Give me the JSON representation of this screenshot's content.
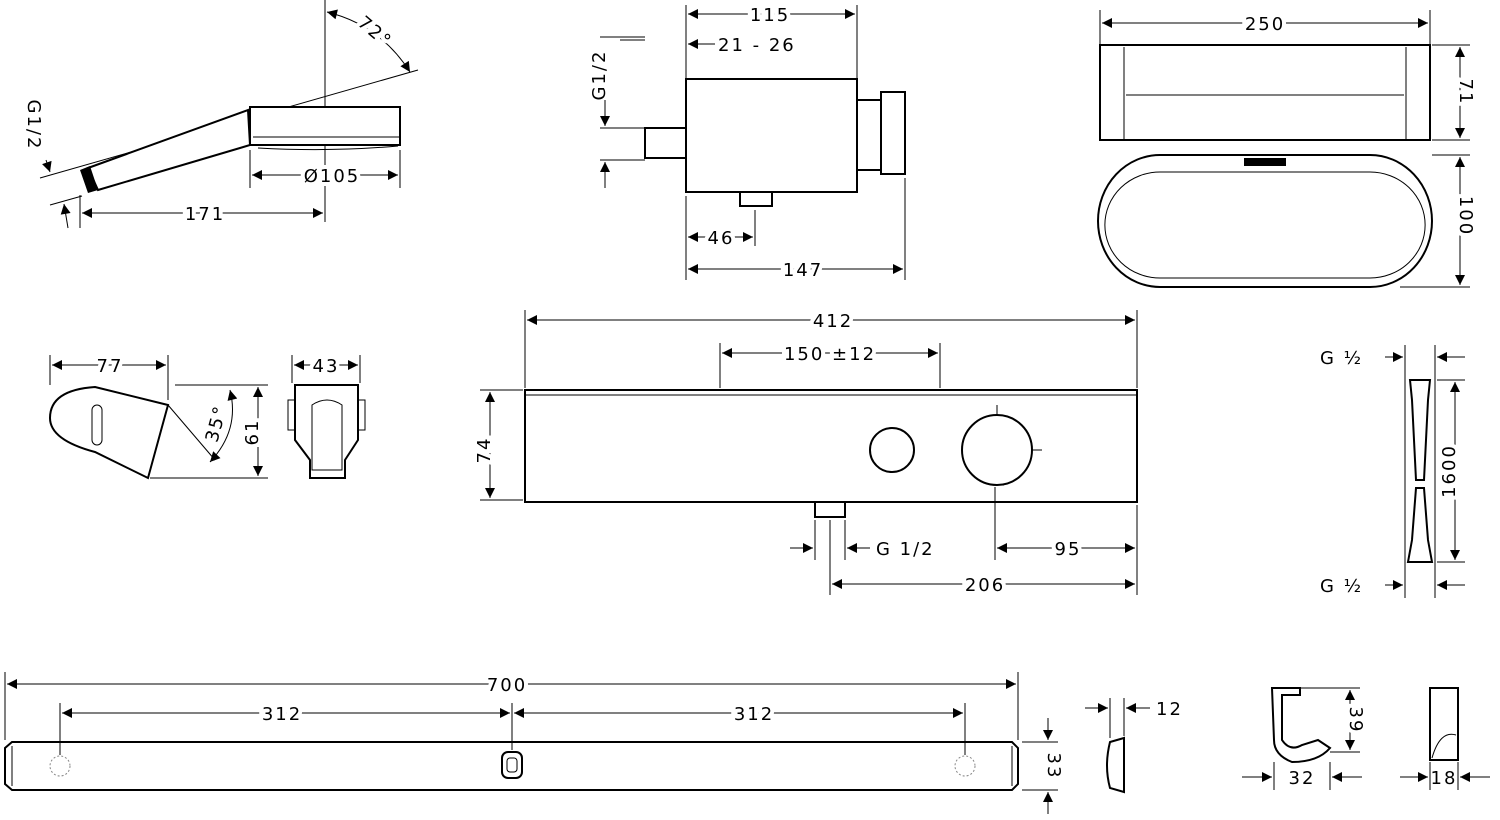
{
  "hand_shower": {
    "angle": "72°",
    "thread": "G1/2",
    "length": "171",
    "diameter": "Ø105"
  },
  "thermostat_top": {
    "width": "115",
    "depth_range": "21 - 26",
    "thread": "G1/2",
    "outlet_offset": "46",
    "total_depth": "147"
  },
  "basket": {
    "width": "250",
    "height": "71",
    "depth": "100"
  },
  "thermostat_front": {
    "width": "412",
    "spacing": "150 ±12",
    "height": "74",
    "thread": "G 1/2",
    "knob_offset": "95",
    "outlet_offset": "206"
  },
  "holder_side": {
    "depth": "77",
    "angle": "35°",
    "height": "61"
  },
  "holder_front": {
    "width": "43"
  },
  "hose": {
    "thread_top": "G ½",
    "length": "1600",
    "thread_bottom": "G ½"
  },
  "rail": {
    "length": "700",
    "left_spacing": "312",
    "right_spacing": "312",
    "height": "33"
  },
  "rail_end": {
    "thickness": "12"
  },
  "hook": {
    "height": "39",
    "width": "32"
  },
  "clip": {
    "width": "18"
  }
}
